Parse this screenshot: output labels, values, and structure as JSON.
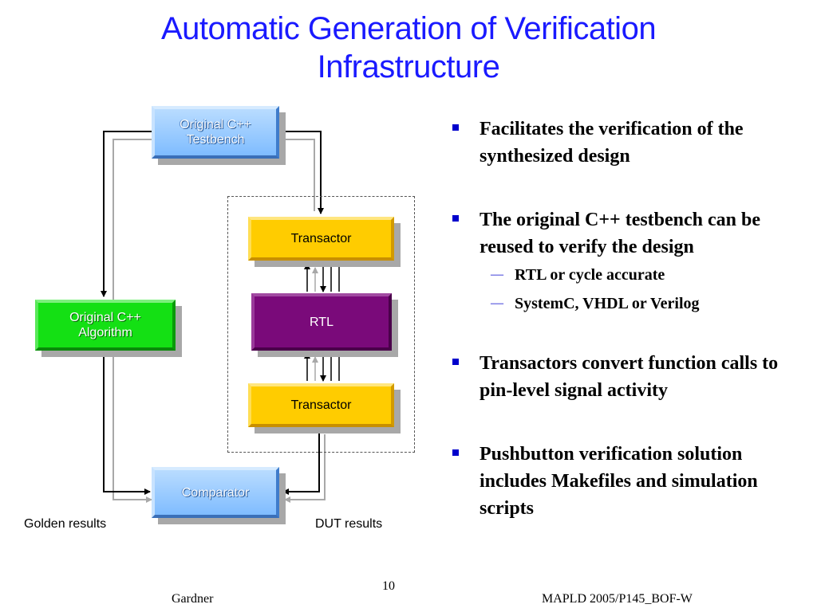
{
  "slide": {
    "title_line1": "Automatic Generation of Verification",
    "title_line2": "Infrastructure"
  },
  "diagram": {
    "testbench": {
      "line1": "Original C++",
      "line2": "Testbench"
    },
    "transactor_top": "Transactor",
    "rtl": "RTL",
    "transactor_bottom": "Transactor",
    "algorithm": {
      "line1": "Original C++",
      "line2": "Algorithm"
    },
    "comparator": "Comparator",
    "golden_results": "Golden results",
    "dut_results": "DUT results"
  },
  "bullets": [
    {
      "text": "Facilitates the verification of the synthesized design"
    },
    {
      "text": "The original C++ testbench can be reused to verify the design",
      "subitems": [
        "RTL or cycle accurate",
        "SystemC, VHDL or Verilog"
      ]
    },
    {
      "text": "Transactors convert function calls to pin-level signal activity"
    },
    {
      "text": "Pushbutton verification solution includes Makefiles and simulation scripts"
    }
  ],
  "footer": {
    "author": "Gardner",
    "page_number": "10",
    "event": "MAPLD 2005/P145_BOF-W"
  },
  "colors": {
    "title": "#1a1aff",
    "testbench_box": "#8ec5ff",
    "transactor_box": "#ffcc00",
    "rtl_box": "#7a0a7a",
    "algorithm_box": "#14e014",
    "comparator_box": "#8ec5ff",
    "bullet_marker": "#0000cc"
  }
}
